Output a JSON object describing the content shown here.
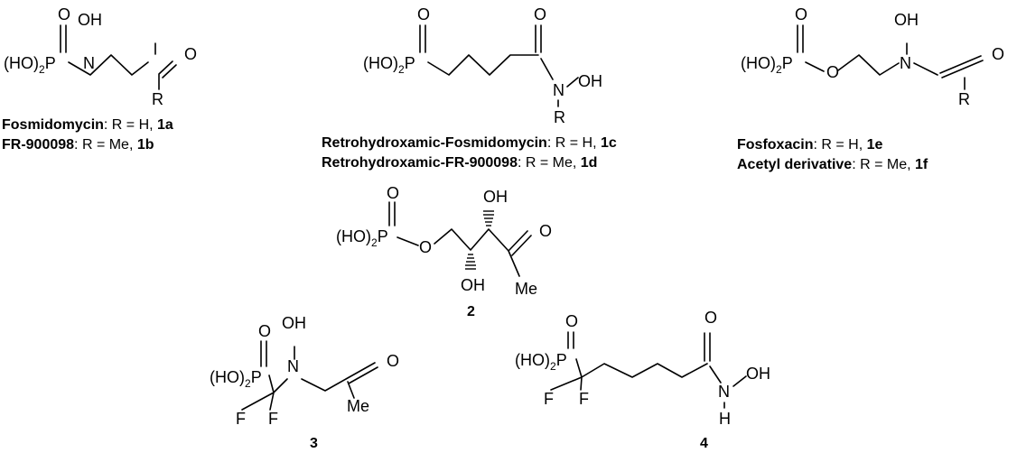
{
  "atoms": {
    "ho_prefix": "(HO)",
    "sub2": "2",
    "P": "P",
    "O": "O",
    "OH": "OH",
    "N": "N",
    "R": "R",
    "F": "F",
    "Me": "Me",
    "H": "H"
  },
  "captions": {
    "c1a_name": "Fosmidomycin",
    "c1a_mid": ": R = H, ",
    "c1a_id": "1a",
    "c1b_name": "FR-900098",
    "c1b_mid": ": R = Me, ",
    "c1b_id": "1b",
    "c1c_name": "Retrohydroxamic-Fosmidomycin",
    "c1c_mid": ": R = H, ",
    "c1c_id": "1c",
    "c1d_name": "Retrohydroxamic-FR-900098",
    "c1d_mid": ": R = Me, ",
    "c1d_id": "1d",
    "c1e_name": "Fosfoxacin",
    "c1e_mid": ": R = H, ",
    "c1e_id": "1e",
    "c1f_name": "Acetyl derivative",
    "c1f_mid": ": R = Me, ",
    "c1f_id": "1f"
  },
  "labels": {
    "compound2": "2",
    "compound3": "3",
    "compound4": "4"
  }
}
